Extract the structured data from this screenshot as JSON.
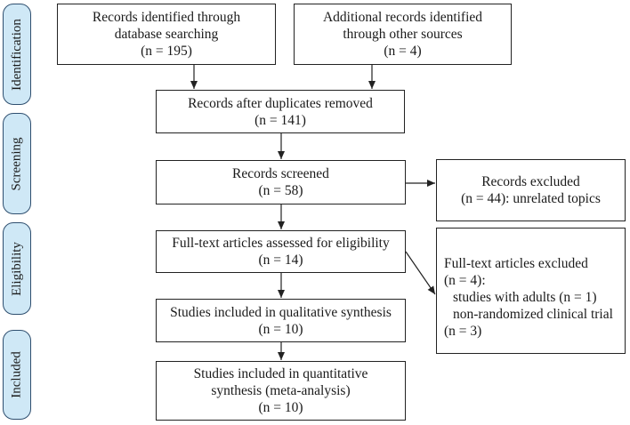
{
  "stages": {
    "identification": "Identification",
    "screening": "Screening",
    "eligibility": "Eligibility",
    "included": "Included"
  },
  "boxes": {
    "database_search": {
      "l1": "Records identified through",
      "l2": "database searching",
      "n": "(n = 195)"
    },
    "other_sources": {
      "l1": "Additional records identified",
      "l2": "through other sources",
      "n": "(n = 4)"
    },
    "duplicates_removed": {
      "l1": "Records after duplicates removed",
      "n": "(n = 141)"
    },
    "screened": {
      "l1": "Records screened",
      "n": "(n = 58)"
    },
    "excluded": {
      "l1": "Records excluded",
      "l2": "(n = 44): unrelated topics"
    },
    "fulltext_assessed": {
      "l1": "Full-text articles assessed for eligibility",
      "n": "(n = 14)"
    },
    "fulltext_excluded": {
      "l1": "Full-text articles excluded",
      "l2": "(n = 4):",
      "l3": "studies with adults (n = 1)",
      "l4": "non-randomized clinical trial",
      "l5": "(n = 3)"
    },
    "qualitative": {
      "l1": "Studies included in qualitative synthesis",
      "n": "(n = 10)"
    },
    "quantitative": {
      "l1": "Studies included in quantitative",
      "l2": "synthesis (meta-analysis)",
      "n": "(n = 10)"
    }
  }
}
